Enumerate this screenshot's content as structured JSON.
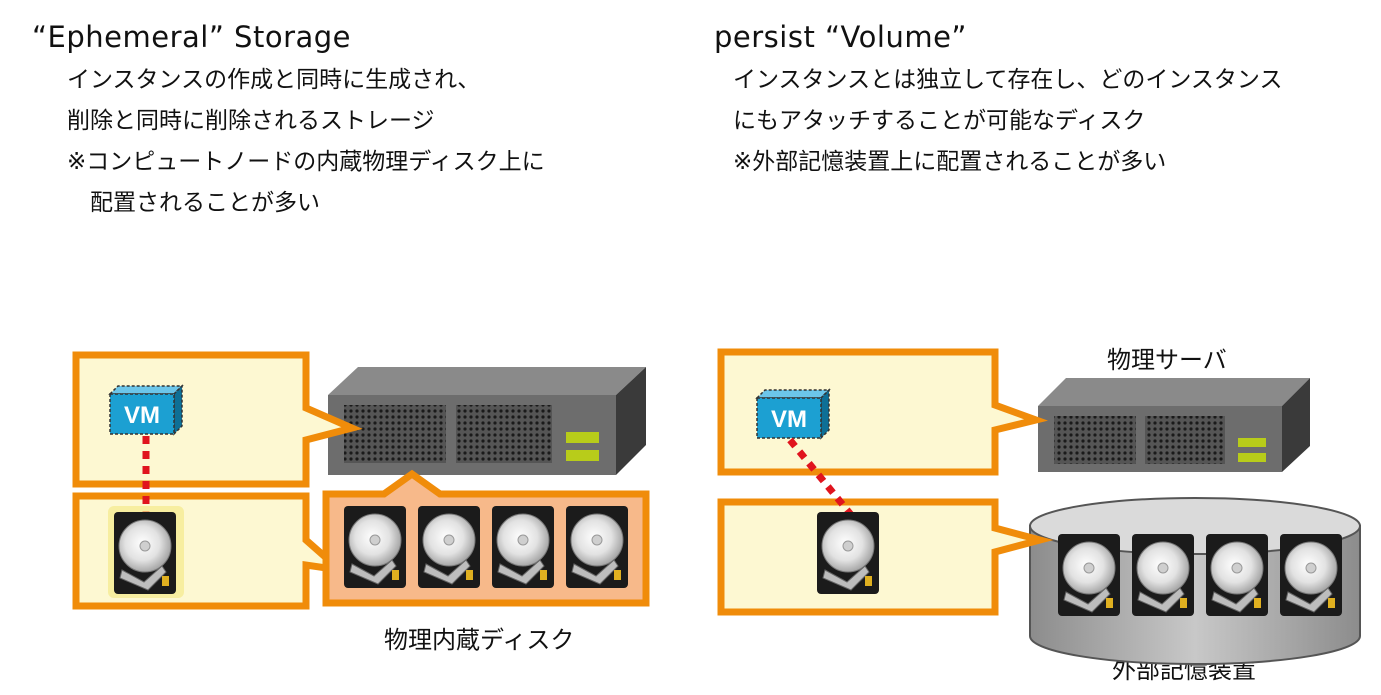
{
  "left": {
    "title": "“Ephemeral” Storage",
    "lines": [
      "インスタンスの作成と同時に生成され、",
      "削除と同時に削除されるストレージ",
      "※コンピュートノードの内蔵物理ディスク上に",
      "　配置されることが多い"
    ],
    "vm_label": "VM",
    "caption": "物理内蔵ディスク"
  },
  "right": {
    "title": "persist “Volume”",
    "lines": [
      "インスタンスとは独立して存在し、どのインスタンス",
      "にもアタッチすることが可能なディスク",
      "※外部記憶装置上に配置されることが多い"
    ],
    "vm_label": "VM",
    "server_label": "物理サーバ",
    "caption": "外部記憶装置"
  },
  "colors": {
    "callout_border": "#f08c0a",
    "callout_fill": "#fdf8d2",
    "link": "#e0141e",
    "vm_fill": "#1ca0d2",
    "disk_tray_fill": "#f7b98a"
  }
}
